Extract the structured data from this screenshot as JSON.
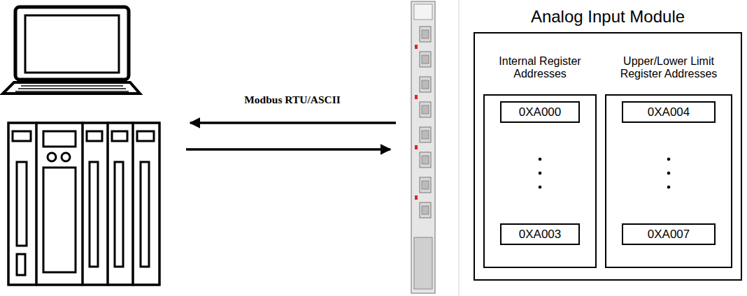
{
  "diagram": {
    "nodes": [
      {
        "text": [
          "Analog Input Module"
        ]
      },
      {
        "text": [
          "Internal Register Addresses"
        ],
        "in": 0
      },
      {
        "text": [
          "0XA000"
        ],
        "in": 1
      },
      {
        "text": [
          "0XA003"
        ],
        "in": 1
      },
      {
        "text": [
          "Upper/Lower Limit Register Addresses"
        ],
        "in": 0
      },
      {
        "text": [
          "0XA004"
        ],
        "in": 4
      },
      {
        "text": [
          "0XA007"
        ],
        "in": 4
      }
    ],
    "labels": [
      "Modbus RTU/ASCII"
    ]
  }
}
